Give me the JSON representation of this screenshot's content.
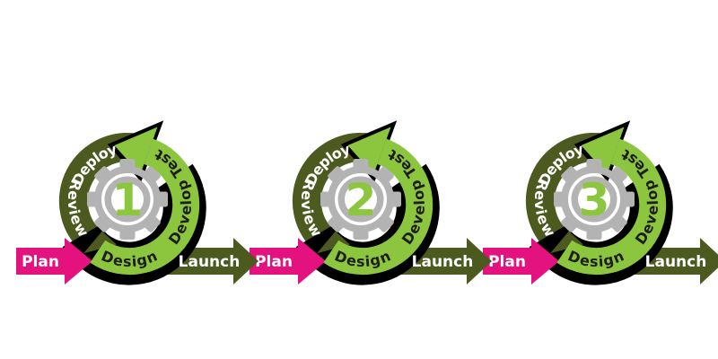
{
  "colors": {
    "swoosh_green": "#8CC63F",
    "olive_green": "#4D5A1F",
    "plan_pink": "#E3127F",
    "gear_gray": "#B3B3B3",
    "shadow_black": "#000000",
    "label_dark": "#1E1E1E",
    "label_light": "#FFFFFF",
    "background": "#FFFFFF"
  },
  "diagram": {
    "type": "iterative-sprint-cycle-flow",
    "labels": {
      "plan": "Plan",
      "design": "Design",
      "develop": "Develop",
      "test": "Test",
      "deploy": "Deploy",
      "review": "Review",
      "launch": "Launch"
    },
    "cycles": [
      {
        "number": "1"
      },
      {
        "number": "2"
      },
      {
        "number": "3"
      }
    ]
  }
}
